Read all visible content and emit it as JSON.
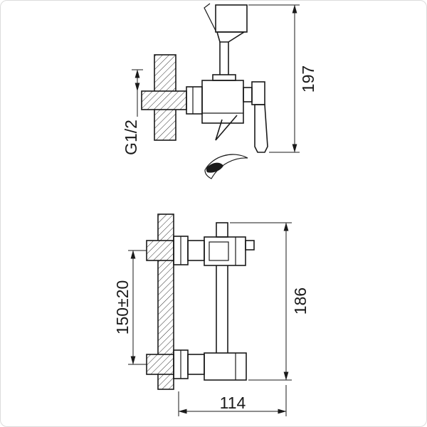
{
  "colors": {
    "line": "#1a1a1a",
    "background": "#ffffff"
  },
  "side_view": {
    "overall_height": "197",
    "thread_label": "G1/2"
  },
  "front_view": {
    "inlet_spacing": "150±20",
    "body_height": "186",
    "depth": "114"
  }
}
